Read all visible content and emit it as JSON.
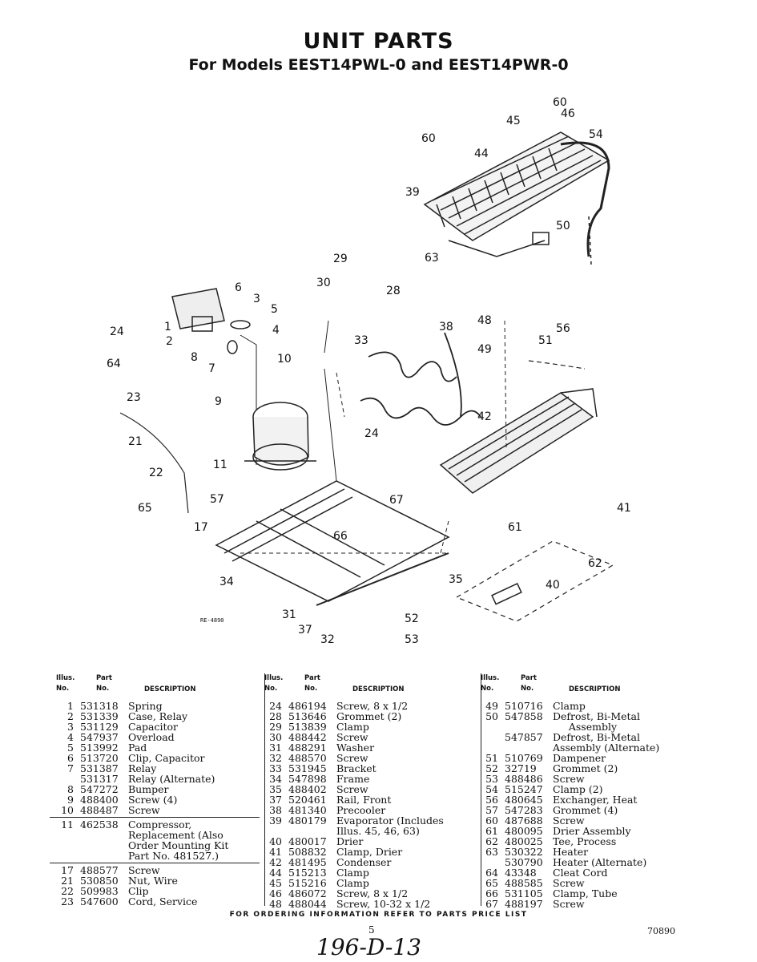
{
  "title": "UNIT PARTS",
  "subtitle": "For Models EEST14PWL-0 and EEST14PWR-0",
  "diagram_code": "RE-4890",
  "headers": {
    "illus": "Illus. No.",
    "part": "Part No.",
    "desc": "DESCRIPTION"
  },
  "columns": [
    [
      {
        "illus": "1",
        "part": "531318",
        "desc": "Spring"
      },
      {
        "illus": "2",
        "part": "531339",
        "desc": "Case, Relay"
      },
      {
        "illus": "3",
        "part": "531129",
        "desc": "Capacitor"
      },
      {
        "illus": "4",
        "part": "547937",
        "desc": "Overload"
      },
      {
        "illus": "5",
        "part": "513992",
        "desc": "Pad"
      },
      {
        "illus": "6",
        "part": "513720",
        "desc": "Clip, Capacitor"
      },
      {
        "illus": "7",
        "part": "531387",
        "desc": "Relay"
      },
      {
        "illus": "",
        "part": "531317",
        "desc": "Relay (Alternate)"
      },
      {
        "illus": "8",
        "part": "547272",
        "desc": "Bumper"
      },
      {
        "illus": "9",
        "part": "488400",
        "desc": "Screw (4)"
      },
      {
        "illus": "10",
        "part": "488487",
        "desc": "Screw"
      },
      {
        "sep": true
      },
      {
        "illus": "11",
        "part": "462538",
        "desc": "Compressor,\nReplacement (Also\nOrder Mounting Kit\nPart No. 481527.)"
      },
      {
        "sep": true
      },
      {
        "illus": "17",
        "part": "488577",
        "desc": "Screw"
      },
      {
        "illus": "21",
        "part": "530850",
        "desc": "Nut, Wire"
      },
      {
        "illus": "22",
        "part": "509983",
        "desc": "Clip"
      },
      {
        "illus": "23",
        "part": "547600",
        "desc": "Cord, Service"
      }
    ],
    [
      {
        "illus": "24",
        "part": "486194",
        "desc": "Screw, 8 x 1/2"
      },
      {
        "illus": "28",
        "part": "513646",
        "desc": "Grommet (2)"
      },
      {
        "illus": "29",
        "part": "513839",
        "desc": "Clamp"
      },
      {
        "illus": "30",
        "part": "488442",
        "desc": "Screw"
      },
      {
        "illus": "31",
        "part": "488291",
        "desc": "Washer"
      },
      {
        "illus": "32",
        "part": "488570",
        "desc": "Screw"
      },
      {
        "illus": "33",
        "part": "531945",
        "desc": "Bracket"
      },
      {
        "illus": "34",
        "part": "547898",
        "desc": "Frame"
      },
      {
        "illus": "35",
        "part": "488402",
        "desc": "Screw"
      },
      {
        "illus": "37",
        "part": "520461",
        "desc": "Rail, Front"
      },
      {
        "illus": "38",
        "part": "481340",
        "desc": "Precooler"
      },
      {
        "illus": "39",
        "part": "480179",
        "desc": "Evaporator (Includes\nIllus. 45, 46, 63)"
      },
      {
        "illus": "40",
        "part": "480017",
        "desc": "Drier"
      },
      {
        "illus": "41",
        "part": "508832",
        "desc": "Clamp, Drier"
      },
      {
        "illus": "42",
        "part": "481495",
        "desc": "Condenser"
      },
      {
        "illus": "44",
        "part": "515213",
        "desc": "Clamp"
      },
      {
        "illus": "45",
        "part": "515216",
        "desc": "Clamp"
      },
      {
        "illus": "46",
        "part": "486072",
        "desc": "Screw, 8 x 1/2"
      },
      {
        "illus": "48",
        "part": "488044",
        "desc": "Screw, 10-32 x 1/2"
      }
    ],
    [
      {
        "illus": "49",
        "part": "510716",
        "desc": "Clamp"
      },
      {
        "illus": "50",
        "part": "547858",
        "desc": "Defrost, Bi-Metal\n     Assembly"
      },
      {
        "illus": "",
        "part": "547857",
        "desc": "Defrost, Bi-Metal\nAssembly (Alternate)"
      },
      {
        "illus": "51",
        "part": "510769",
        "desc": "Dampener"
      },
      {
        "illus": "52",
        "part": "32719",
        "desc": "Grommet (2)"
      },
      {
        "illus": "53",
        "part": "488486",
        "desc": "Screw"
      },
      {
        "illus": "54",
        "part": "515247",
        "desc": "Clamp (2)"
      },
      {
        "illus": "56",
        "part": "480645",
        "desc": "Exchanger, Heat"
      },
      {
        "illus": "57",
        "part": "547283",
        "desc": "Grommet (4)"
      },
      {
        "illus": "60",
        "part": "487688",
        "desc": "Screw"
      },
      {
        "illus": "61",
        "part": "480095",
        "desc": "Drier Assembly"
      },
      {
        "illus": "62",
        "part": "480025",
        "desc": "Tee, Process"
      },
      {
        "illus": "63",
        "part": "530322",
        "desc": "Heater"
      },
      {
        "illus": "",
        "part": "530790",
        "desc": "Heater (Alternate)"
      },
      {
        "illus": "64",
        "part": "43348",
        "desc": "Cleat Cord"
      },
      {
        "illus": "65",
        "part": "488585",
        "desc": "Screw"
      },
      {
        "illus": "66",
        "part": "531105",
        "desc": "Clamp, Tube"
      },
      {
        "illus": "67",
        "part": "488197",
        "desc": "Screw"
      }
    ]
  ],
  "footer_note": "FOR ORDERING INFORMATION REFER TO PARTS PRICE LIST",
  "page_number": "5",
  "doc_code": "70890",
  "handwritten": "196-D-13",
  "callouts": [
    "1",
    "2",
    "3",
    "4",
    "5",
    "6",
    "7",
    "8",
    "9",
    "10",
    "11",
    "17",
    "21",
    "22",
    "23",
    "24",
    "24",
    "28",
    "29",
    "30",
    "31",
    "32",
    "33",
    "34",
    "35",
    "37",
    "38",
    "39",
    "40",
    "41",
    "42",
    "44",
    "45",
    "46",
    "48",
    "49",
    "50",
    "51",
    "52",
    "53",
    "54",
    "56",
    "57",
    "60",
    "60",
    "61",
    "62",
    "63",
    "64",
    "65",
    "66",
    "67"
  ]
}
